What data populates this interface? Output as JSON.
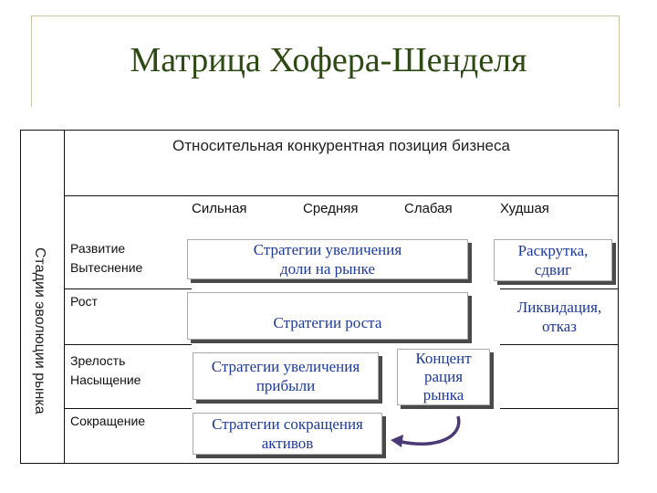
{
  "title": "Матрица Хофера-Шенделя",
  "axes": {
    "x_label": "Относительная конкурентная позиция бизнеса",
    "y_label": "Стадии эволюции рынка"
  },
  "columns": [
    "Сильная",
    "Средняя",
    "Слабая",
    "Худшая"
  ],
  "rows": [
    {
      "line1": "Развитие",
      "line2": "Вытеснение"
    },
    {
      "line1": "Рост",
      "line2": ""
    },
    {
      "line1": "Зрелость",
      "line2": "Насыщение"
    },
    {
      "line1": "Сокращение",
      "line2": ""
    }
  ],
  "strategies": {
    "market_share": {
      "line1": "Стратегии увеличения",
      "line2": "доли на рынке"
    },
    "promotion": {
      "line1": "Раскрутка,",
      "line2": "сдвиг"
    },
    "growth": {
      "line1": "Стратегии роста"
    },
    "liquidation": {
      "line1": "Ликвидация,",
      "line2": "отказ"
    },
    "profit": {
      "line1": "Стратегии увеличения",
      "line2": "прибыли"
    },
    "concentration": {
      "line1": "Концент",
      "line2": "рация",
      "line3": "рынка"
    },
    "asset_reduction": {
      "line1": "Стратегии сокращения",
      "line2": "активов"
    }
  }
}
